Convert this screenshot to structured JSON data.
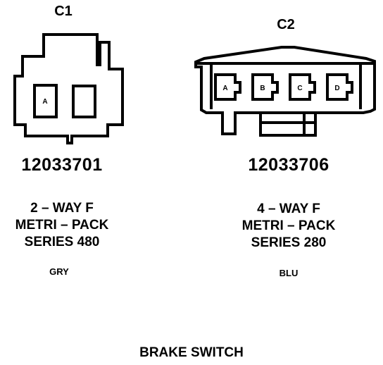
{
  "c1": {
    "name": "C1",
    "pins": [
      "A",
      ""
    ],
    "part_number": "12033701",
    "desc": [
      "2 – WAY F",
      "METRI – PACK",
      "SERIES 480"
    ],
    "color": "GRY"
  },
  "c2": {
    "name": "C2",
    "pins": [
      "A",
      "B",
      "C",
      "D"
    ],
    "part_number": "12033706",
    "desc": [
      "4 – WAY F",
      "METRI – PACK",
      "SERIES 280"
    ],
    "color": "BLU"
  },
  "title": "BRAKE SWITCH"
}
